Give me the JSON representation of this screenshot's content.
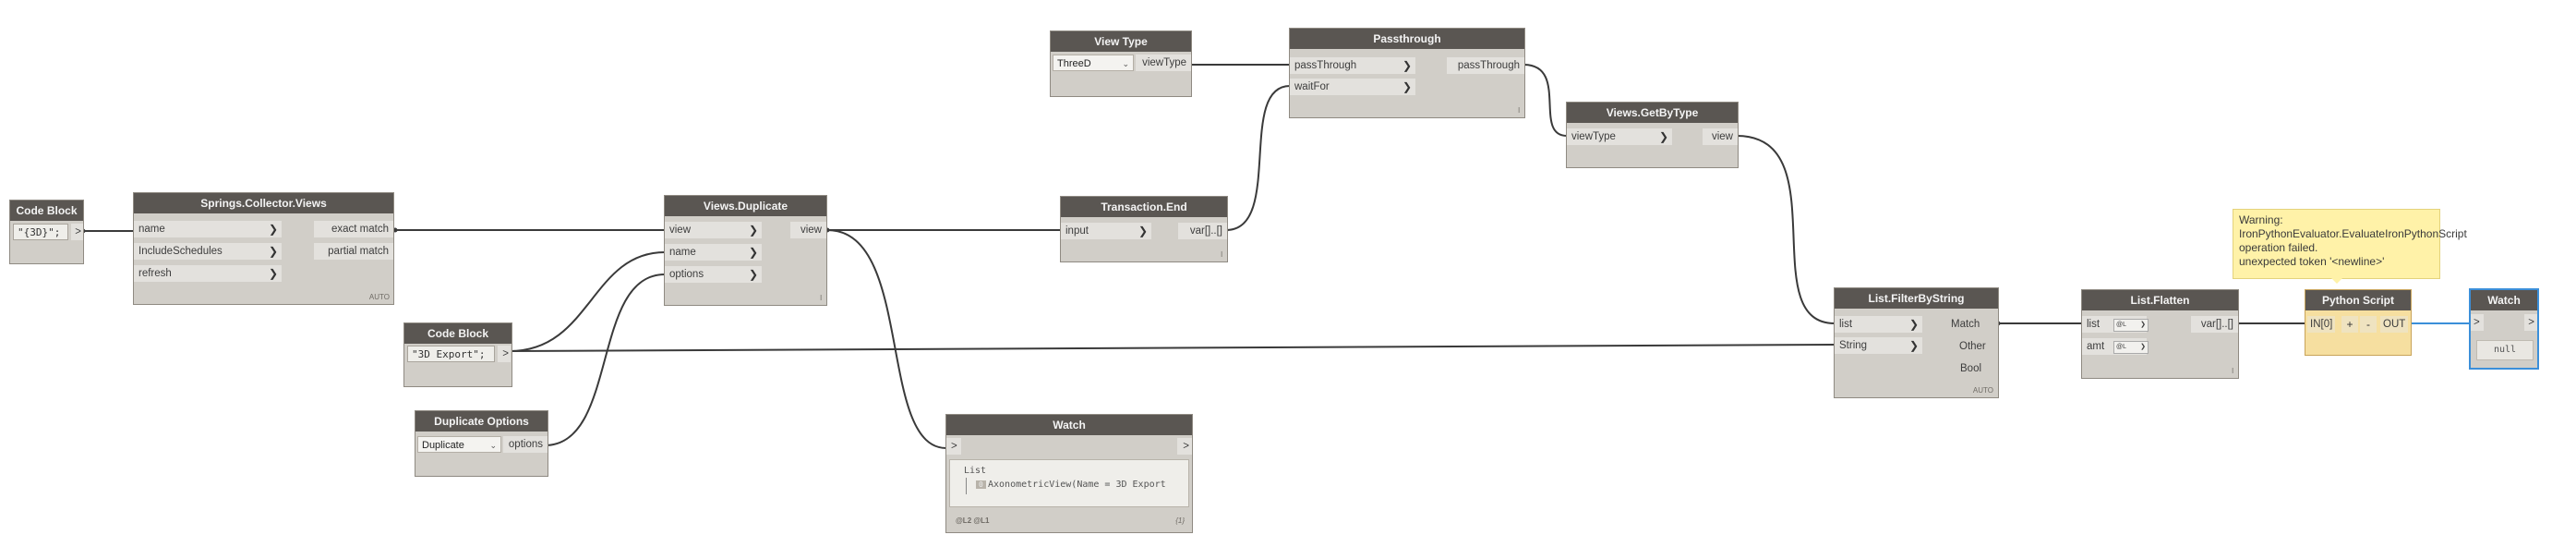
{
  "nodes": {
    "code_block_1": {
      "title": "Code Block",
      "code": "\"{3D}\";",
      "out": ">"
    },
    "springs_collector": {
      "title": "Springs.Collector.Views",
      "inputs": [
        "name",
        "IncludeSchedules",
        "refresh"
      ],
      "outputs": [
        "exact match",
        "partial match"
      ],
      "lacing": "AUTO"
    },
    "views_duplicate": {
      "title": "Views.Duplicate",
      "inputs": [
        "view",
        "name",
        "options"
      ],
      "outputs": [
        "view"
      ],
      "lacing": "l"
    },
    "code_block_2": {
      "title": "Code Block",
      "code": "\"3D Export\";",
      "out": ">"
    },
    "duplicate_options": {
      "title": "Duplicate Options",
      "selected": "Duplicate",
      "output": "options"
    },
    "view_type": {
      "title": "View Type",
      "selected": "ThreeD",
      "output": "viewType"
    },
    "passthrough": {
      "title": "Passthrough",
      "inputs": [
        "passThrough",
        "waitFor"
      ],
      "outputs": [
        "passThrough"
      ],
      "lacing": "l"
    },
    "transaction_end": {
      "title": "Transaction.End",
      "inputs": [
        "input"
      ],
      "outputs": [
        "var[]..[]"
      ],
      "lacing": "l"
    },
    "views_getbytype": {
      "title": "Views.GetByType",
      "inputs": [
        "viewType"
      ],
      "outputs": [
        "view"
      ]
    },
    "watch_1": {
      "title": "Watch",
      "in": ">",
      "out": ">",
      "list_label": "List",
      "index": "0",
      "item": "AxonometricView(Name = 3D Export",
      "levels": "@L2 @L1",
      "count": "{1}"
    },
    "list_filterbystring": {
      "title": "List.FilterByString",
      "inputs": [
        "list",
        "String"
      ],
      "outputs": [
        "Match",
        "Other",
        "Bool"
      ],
      "lacing": "AUTO"
    },
    "list_flatten": {
      "title": "List.Flatten",
      "inputs": [
        "list",
        "amt"
      ],
      "level_tags": [
        "@L",
        "@L"
      ],
      "outputs": [
        "var[]..[]"
      ],
      "lacing": "l"
    },
    "python_script": {
      "title": "Python Script",
      "inputs": [
        "IN[0]"
      ],
      "plus": "+",
      "minus": "-",
      "outputs": [
        "OUT"
      ]
    },
    "watch_2": {
      "title": "Watch",
      "in": ">",
      "out": ">",
      "value": "null"
    }
  },
  "warning": {
    "lines": [
      "Warning:",
      "IronPythonEvaluator.EvaluateIronPythonScript",
      "operation failed.",
      "unexpected token '<newline>'"
    ]
  },
  "colors": {
    "node_header": "#5a5652",
    "node_body": "#d1cec8",
    "wire": "#3a3a3a",
    "selected_wire": "#3b8fd9",
    "warning_bg": "#fff2a8",
    "python_body": "#f6dfa0"
  }
}
